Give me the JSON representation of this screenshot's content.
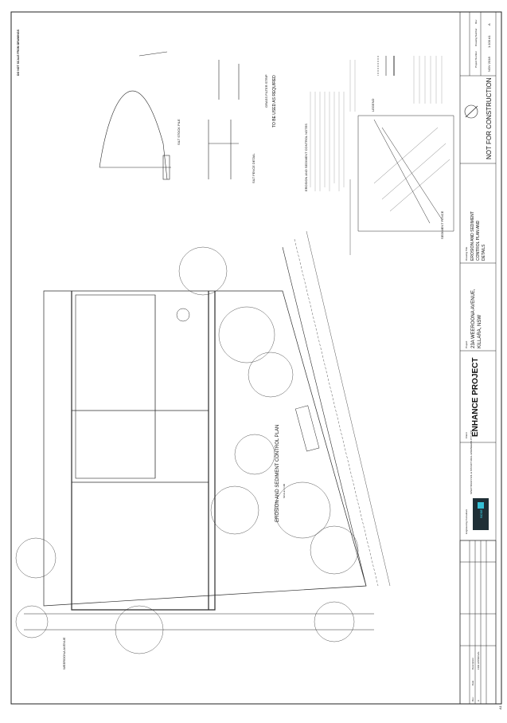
{
  "sheet": {
    "top_note": "DO NOT SCALE FROM DRAWINGS",
    "title_block": {
      "engineering_consultant_label": "Engineering Consultant",
      "consultant_name": "SPECTRUM CIVIL & STRUCTURAL ENGINEERS PTY LTD",
      "client_label": "Client",
      "client_name": "ENHANCE PROJECT",
      "project_label": "Project",
      "project_address_line1": "23A WEEROONA AVENUE,",
      "project_address_line2": "KILLARA, NSW",
      "drawing_title_label": "Drawing Title",
      "drawing_title_line1": "EROSION AND SEDIMENT",
      "drawing_title_line2": "CONTROL PLAN AND",
      "drawing_title_line3": "DETAILS",
      "status": "NOT FOR CONSTRUCTION",
      "date": "NOV 2018",
      "scale": "1:100 A1",
      "revision": "A",
      "project_number_label": "Project Number",
      "drawing_number_label": "Drawing Number",
      "revision_label": "Rev",
      "logo_text": "SCSE",
      "revision_rows": [
        "A",
        "FOR APPROVAL"
      ],
      "column_labels": [
        "Rev",
        "Date",
        "Description"
      ]
    },
    "plan": {
      "main_title": "EROSION AND SEDIMENT CONTROL PLAN",
      "main_scale": "SCALE 1:100",
      "detail1_title": "SILT FENCE DETAIL",
      "detail2_title": "SILT STOCK PILE",
      "detail3_title": "GRASS FILTER STRIP",
      "detail4_title": "TO BE USED AS REQUIRED",
      "detail5_title": "SEDIMENT FENCE",
      "notes_title": "EROSION AND SEDIMENT CONTROL NOTES",
      "legend_title": "LEGEND",
      "street_label": "WEEROONA AVENUE",
      "page_marker": "A1"
    }
  },
  "colors": {
    "line": "#2b2b2b",
    "light_line": "#6d6d6d",
    "logo_bg": "#1f2f36",
    "logo_fg": "#36c0d6"
  }
}
